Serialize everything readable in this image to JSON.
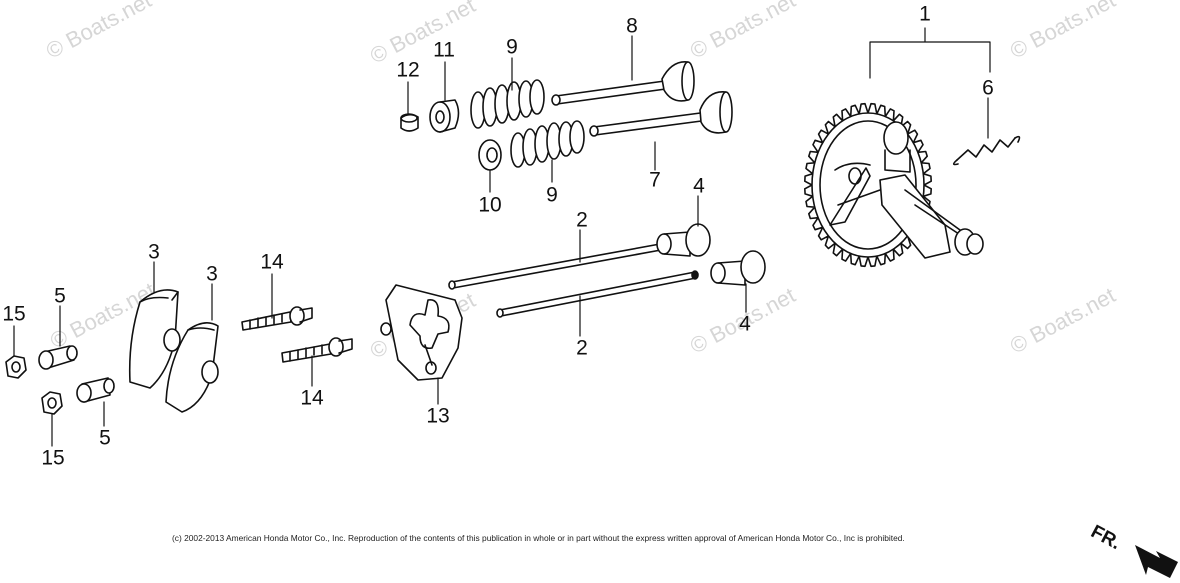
{
  "watermark": "© Boats.net",
  "callouts": [
    "1",
    "2",
    "2",
    "3",
    "3",
    "4",
    "4",
    "5",
    "5",
    "6",
    "7",
    "8",
    "9",
    "9",
    "10",
    "11",
    "12",
    "13",
    "14",
    "14",
    "15",
    "15"
  ],
  "copyright": "(c) 2002-2013 American Honda Motor Co., Inc. Reproduction of the contents of this publication in whole or in part without the express written approval of American Honda Motor Co., Inc is prohibited.",
  "direction_label": "FR."
}
